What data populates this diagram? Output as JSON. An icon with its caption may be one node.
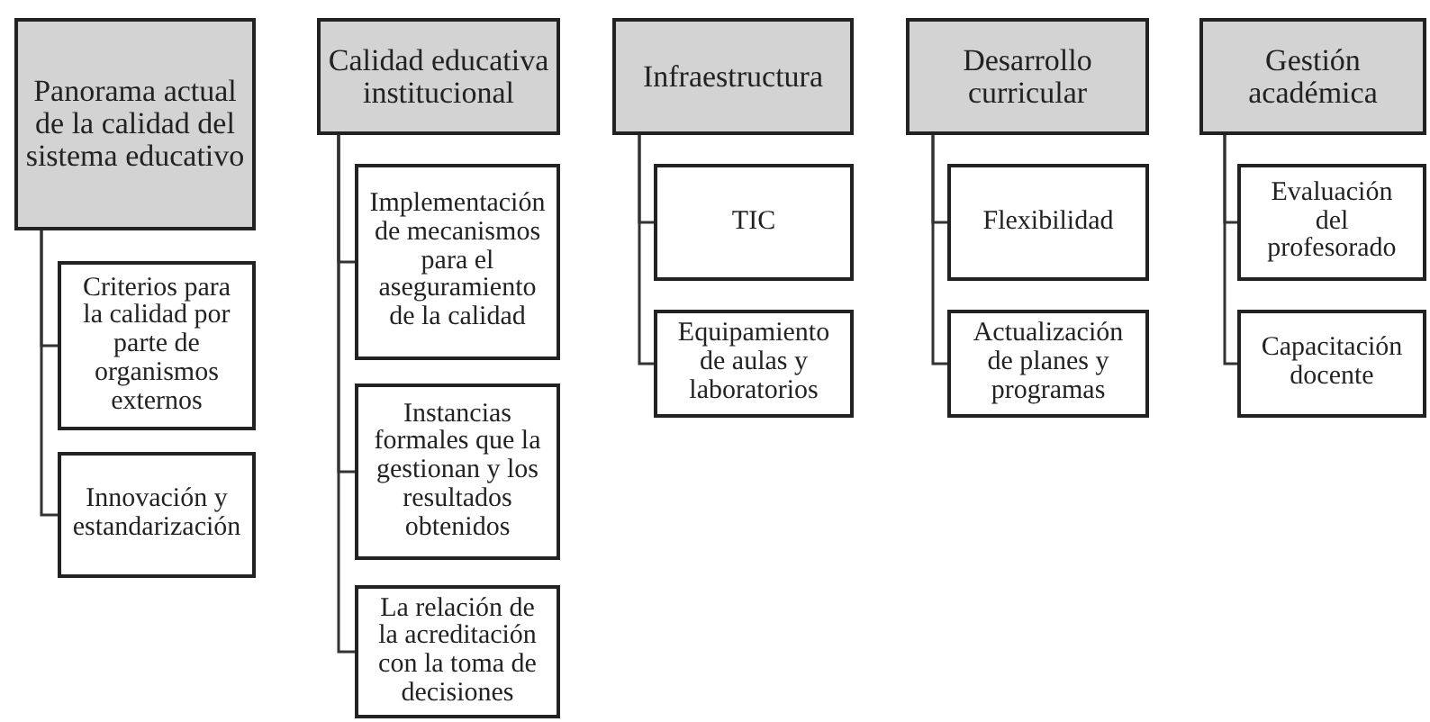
{
  "diagram": {
    "nodes": [
      {
        "text": [
          "Panorama actual de la calidad del sistema educativo"
        ]
      },
      {
        "text": [
          "Criterios para la calidad por parte de organismos externos"
        ]
      },
      {
        "text": [
          "Innovación y estandarización"
        ]
      },
      {
        "text": [
          "Calidad educativa institucional"
        ]
      },
      {
        "text": [
          "Implementación de mecanismos para el aseguramiento de la calidad"
        ]
      },
      {
        "text": [
          "Instancias formales que la gestionan y los resultados obtenidos"
        ]
      },
      {
        "text": [
          "La relación de la acreditación con la toma de decisiones"
        ]
      },
      {
        "text": [
          "Infraestructura"
        ]
      },
      {
        "text": [
          "TIC"
        ]
      },
      {
        "text": [
          "Equipamiento de aulas y laboratorios"
        ]
      },
      {
        "text": [
          "Desarrollo curricular"
        ]
      },
      {
        "text": [
          "Flexibilidad"
        ]
      },
      {
        "text": [
          "Actualización de planes y programas"
        ]
      },
      {
        "text": [
          "Gestión académica"
        ]
      },
      {
        "text": [
          "Evaluación del profesorado"
        ]
      },
      {
        "text": [
          "Capacitación docente"
        ]
      }
    ],
    "edges": [
      {
        "from": 0,
        "to": 1,
        "arrow": "none"
      },
      {
        "from": 0,
        "to": 2,
        "arrow": "none"
      },
      {
        "from": 3,
        "to": 4,
        "arrow": "none"
      },
      {
        "from": 3,
        "to": 5,
        "arrow": "none"
      },
      {
        "from": 3,
        "to": 6,
        "arrow": "none"
      },
      {
        "from": 7,
        "to": 8,
        "arrow": "none"
      },
      {
        "from": 7,
        "to": 9,
        "arrow": "none"
      },
      {
        "from": 10,
        "to": 11,
        "arrow": "none"
      },
      {
        "from": 10,
        "to": 12,
        "arrow": "none"
      },
      {
        "from": 13,
        "to": 14,
        "arrow": "none"
      },
      {
        "from": 13,
        "to": 15,
        "arrow": "none"
      }
    ]
  }
}
